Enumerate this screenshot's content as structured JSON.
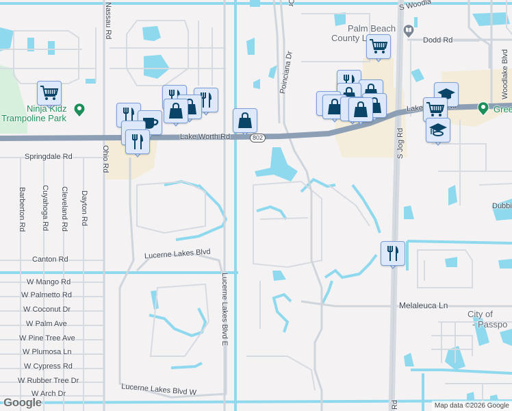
{
  "map": {
    "colors": {
      "background": "#f4f2f3",
      "water": "#8fd9ef",
      "road_major": "#8d9fb5",
      "road_minor": "#d6dbe1",
      "commercial": "#f4ecd8",
      "park": "#d7f0dd",
      "marker_fill": "#dde8fb",
      "marker_border": "#7a9fd8",
      "marker_icon": "#0a4466",
      "green_poi": "#1e8e5a"
    },
    "road_labels": {
      "nassau": "Nassau Rd",
      "ohio": "Ohio Rd",
      "lake_worth_west": "Lake Worth Rd",
      "lake_worth_east": "Lake Worth Rd",
      "route_shield": "802",
      "springdale": "Springdale Rd",
      "barberton": "Barberton Rd",
      "cuyahoga": "Cuyahoga Rd",
      "cleveland": "Cleveland Rd",
      "dayton": "Dayton Rd",
      "canton": "Canton Rd",
      "w_mango": "W Mango Rd",
      "w_palmetto": "W Palmetto Rd",
      "w_coconut": "W Coconut Dr",
      "w_palm": "W Palm Ave",
      "w_pine_tree": "W Pine Tree Ave",
      "w_plumosa": "W Plumosa Ln",
      "w_cypress": "W Cypress Rd",
      "w_rubber_tree": "W Rubber Tree Dr",
      "w_arch": "W Arch Dr",
      "lucerne_lakes_blvd": "Lucerne Lakes Blvd",
      "lucerne_lakes_blvd_e": "Lucerne Lakes Blvd E",
      "lucerne_lakes_blvd_w": "Lucerne Lakes Blvd W",
      "poinciana": "Poinciana Dr",
      "s_jog_north": "S Jog Rd",
      "s_jog_south": "Rd",
      "s_jog_mid": "d",
      "dodd": "Dodd Rd",
      "woodlake": "Woodlake Blvd",
      "s_woodlake": "S Woodla",
      "melaleuca": "Melaleuca Ln",
      "dubbin": "Dubbi",
      "top_partial": "Dr"
    },
    "poi_labels": {
      "ninja_kidz_line1": "Ninja Kidz",
      "ninja_kidz_line2": "Trampoline Park",
      "library_line1": "Palm Beach",
      "library_line2": "County L...",
      "greenacres": "Gree",
      "city_line1": "City of",
      "city_line2": "- Passpo"
    },
    "markers": [
      {
        "type": "grocery",
        "icon": "shopping-cart-icon"
      },
      {
        "type": "restaurant",
        "icon": "fork-knife-icon"
      },
      {
        "type": "cafe",
        "icon": "coffee-cup-icon"
      },
      {
        "type": "shopping",
        "icon": "shopping-bag-icon"
      },
      {
        "type": "school",
        "icon": "graduation-cap-icon"
      }
    ],
    "attribution": {
      "logo": "Google",
      "data": "Map data ©2026 Google"
    }
  }
}
